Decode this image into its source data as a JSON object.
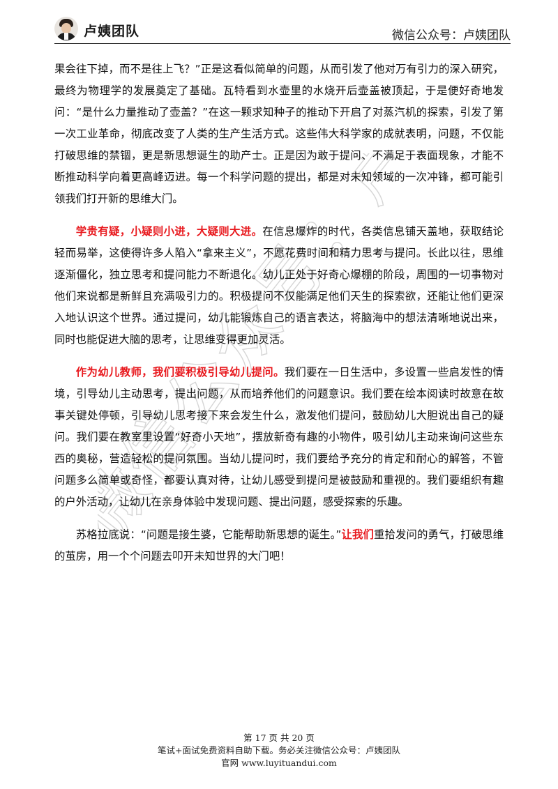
{
  "header": {
    "logo_text": "卢姨团队",
    "wechat": "微信公众号：卢姨团队"
  },
  "paragraphs": [
    {
      "segments": [
        {
          "text": "果会往下掉，而不是往上飞？”正是这看似简单的问题，从而引发了他对万有引力的深入研究，最终为物理学的发展奠定了基础。瓦特看到水壶里的水烧开后壶盖被顶起，于是便好奇地发问：“是什么力量推动了壶盖？”在这一颗求知种子的推动下开启了对蒸汽机的探索，引发了第一次工业革命，彻底改变了人类的生产生活方式。这些伟大科学家的成就表明，问题，不仅能打破思维的禁锢，更是新思想诞生的助产士。正是因为敢于提问、不满足于表面现象，才能不断推动科学向着更高峰迈进。每一个科学问题的提出，都是对未知领域的一次冲锋，都可能引领我们打开新的思维大门。",
          "highlight": false
        }
      ]
    },
    {
      "segments": [
        {
          "text": "学贵有疑，小疑则小进，大疑则大进。",
          "highlight": true
        },
        {
          "text": "在信息爆炸的时代，各类信息铺天盖地，获取结论轻而易举，这使得许多人陷入“拿来主义”，不愿花费时间和精力思考与提问。长此以往，思维逐渐僵化，独立思考和提问能力不断退化。幼儿正处于好奇心爆棚的阶段，周围的一切事物对他们来说都是新鲜且充满吸引力的。积极提问不仅能满足他们天生的探索欲，还能让他们更深入地认识这个世界。通过提问，幼儿能锻炼自己的语言表达，将脑海中的想法清晰地说出来，同时也能促进大脑的思考，让思维变得更加灵活。",
          "highlight": false
        }
      ]
    },
    {
      "segments": [
        {
          "text": "作为幼儿教师，我们要积极引导幼儿提问。",
          "highlight": true
        },
        {
          "text": "我们要在一日生活中，多设置一些启发性的情境，引导幼儿主动思考，提出问题，从而培养他们的问题意识。我们要在绘本阅读时故意在故事关键处停顿，引导幼儿思考接下来会发生什么，激发他们提问，鼓励幼儿大胆说出自己的疑问。我们要在教室里设置“好奇小天地”，摆放新奇有趣的小物件，吸引幼儿主动来询问这些东西的奥秘，营造轻松的提问氛围。当幼儿提问时，我们要给予充分的肯定和耐心的解答，不管问题多么简单或奇怪，都要认真对待，让幼儿感受到提问是被鼓励和重视的。我们要组织有趣的户外活动，让幼儿在亲身体验中发现问题、提出问题，感受探索的乐趣。",
          "highlight": false
        }
      ]
    },
    {
      "segments": [
        {
          "text": "苏格拉底说：“问题是接生婆，它能帮助新思想的诞生。”",
          "highlight": false
        },
        {
          "text": "让我们",
          "highlight": true
        },
        {
          "text": "重拾发问的勇气，打破思维的茧房，用一个个问题去叩开未知世界的大门吧！",
          "highlight": false
        }
      ]
    }
  ],
  "watermark": {
    "text": "微信公众号：卢姨团队"
  },
  "footer": {
    "page": "第 17 页 共 20 页",
    "line2": "笔试+面试免费资料自助下载。务必关注微信公众号：卢姨团队",
    "line3": "官网 www.luyituandui.com"
  },
  "colors": {
    "highlight": "#e8181d",
    "text": "#111111"
  }
}
